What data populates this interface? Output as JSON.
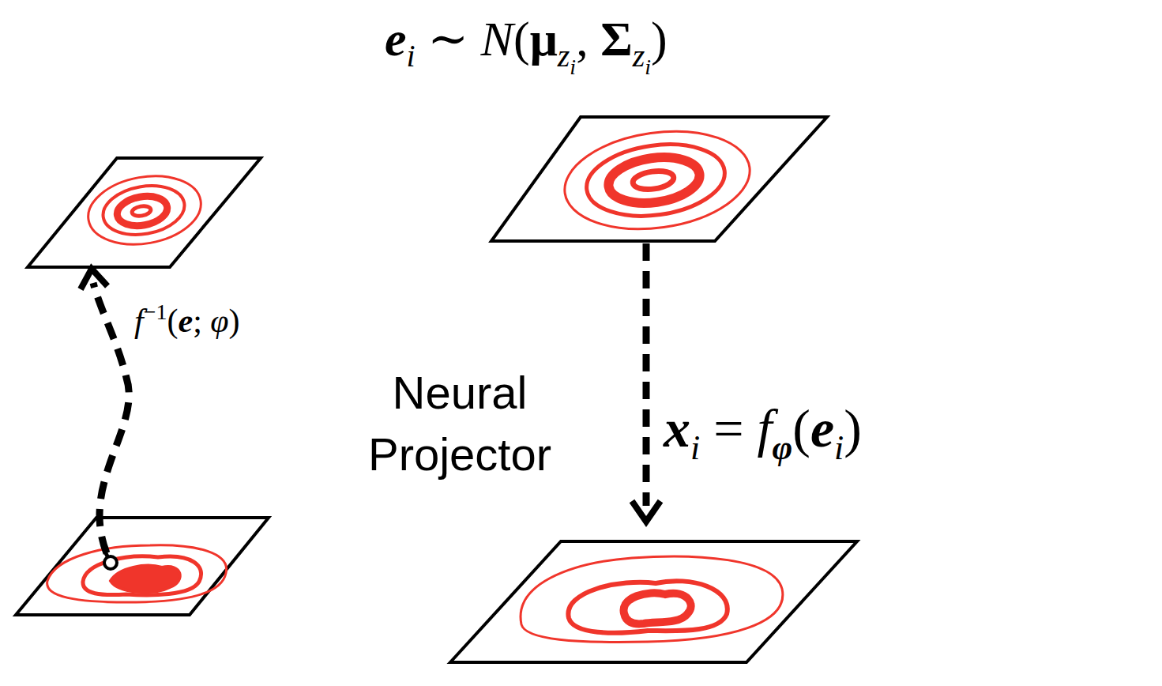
{
  "diagram": {
    "labels": [
      "e",
      "i",
      " ∼ ",
      "N",
      "(",
      "μ",
      "z",
      "i",
      ", ",
      "Σ",
      "z",
      "i",
      ")",
      "f",
      "−1",
      "(",
      "e",
      "; ",
      "φ",
      ")",
      "Neural Projector",
      "x",
      "i",
      " = ",
      "f",
      "φ",
      "(",
      "e",
      "i",
      ")"
    ]
  }
}
